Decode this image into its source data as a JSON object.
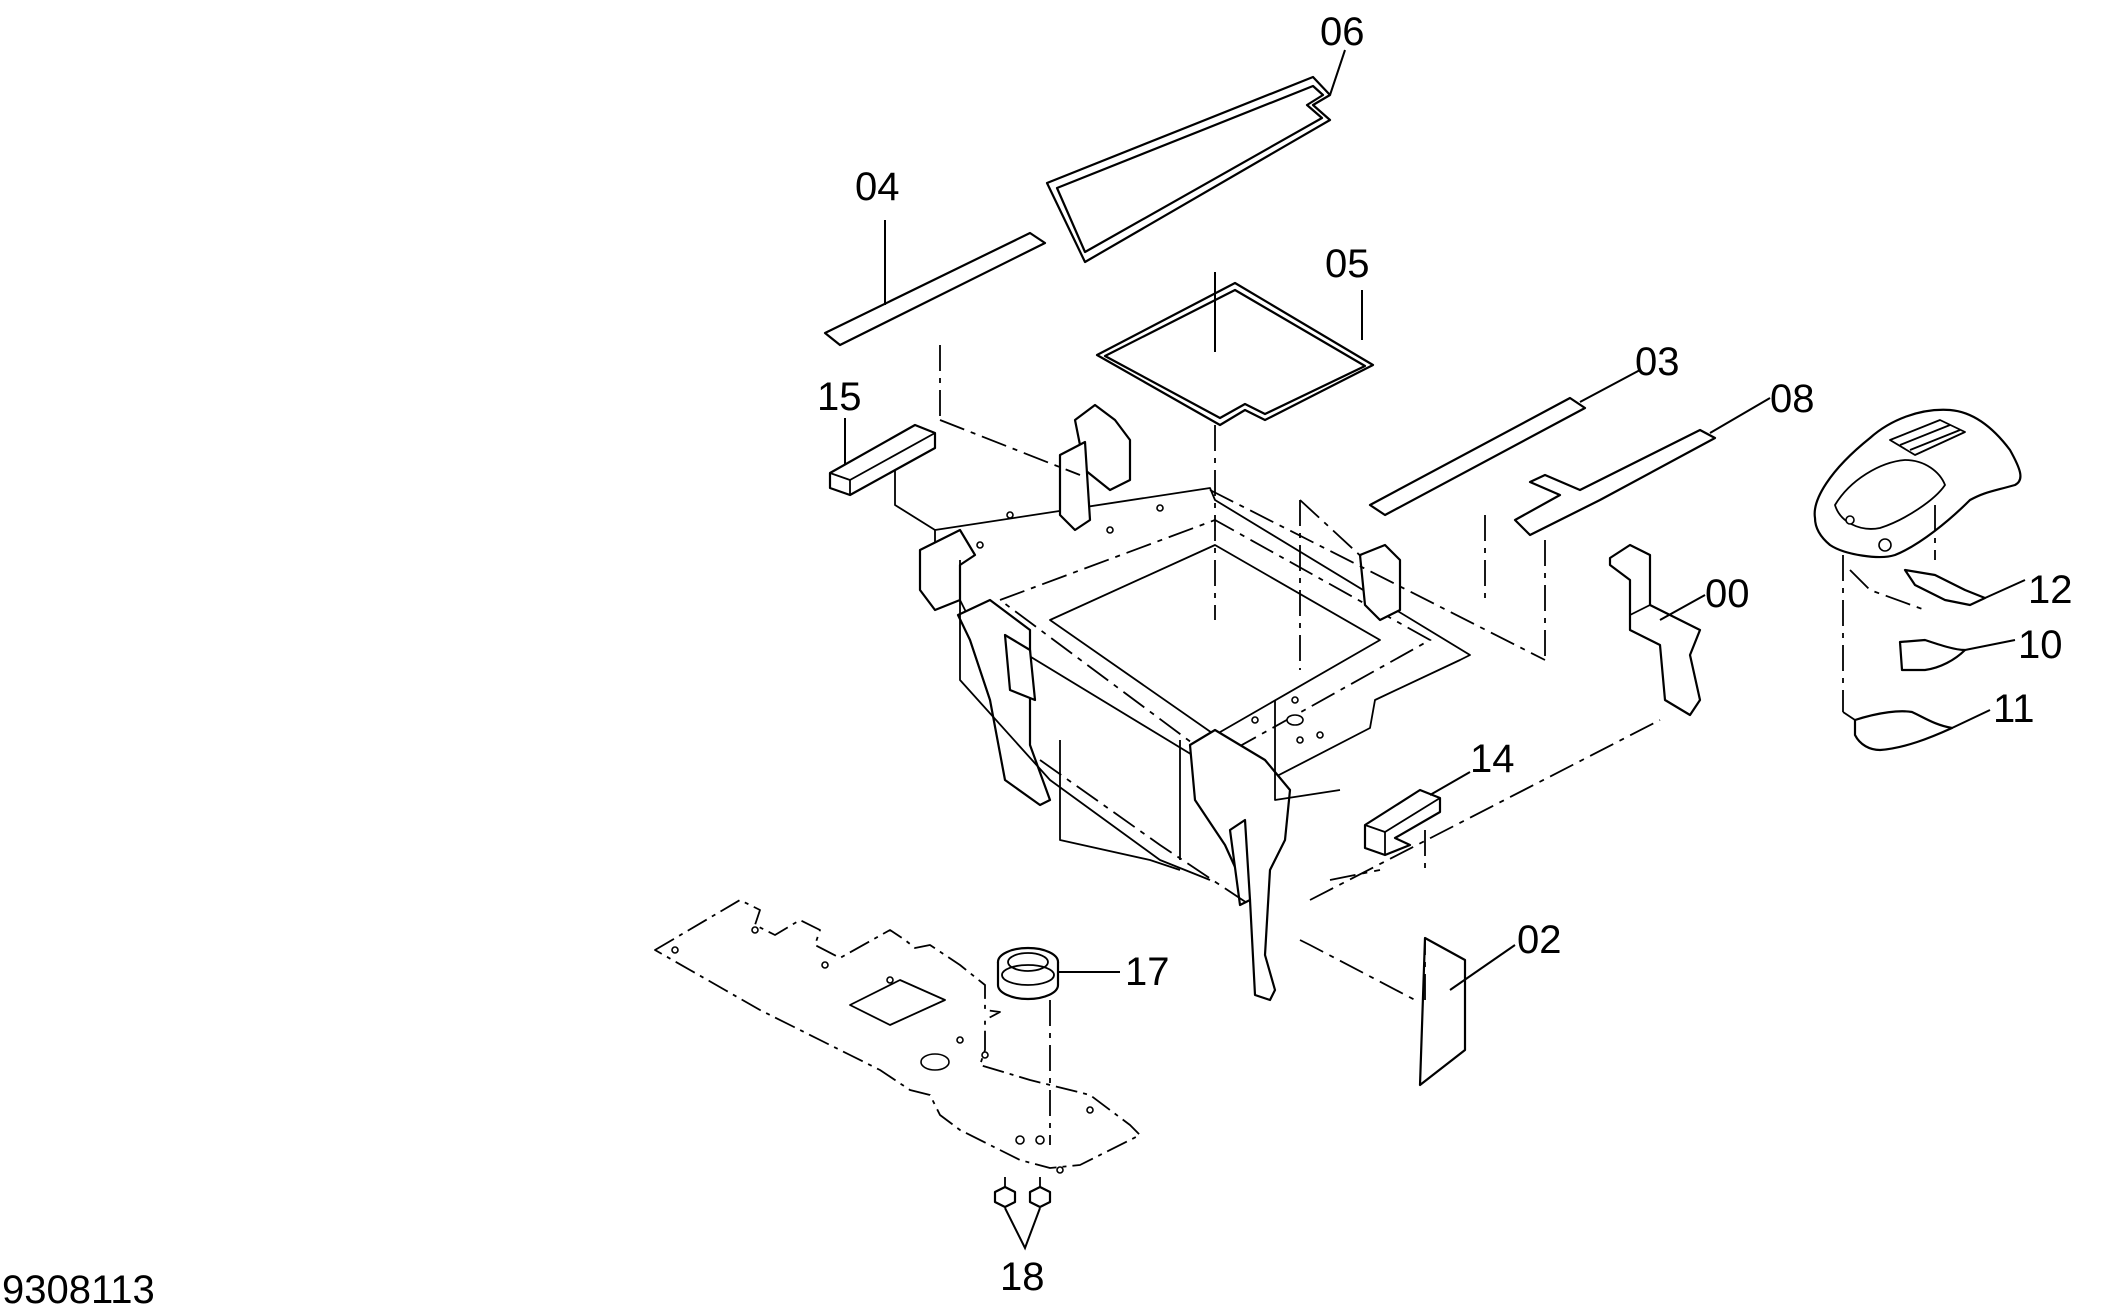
{
  "drawing_number": "9308113",
  "callouts": {
    "c00": "00",
    "c02": "02",
    "c03": "03",
    "c04": "04",
    "c05": "05",
    "c06": "06",
    "c08": "08",
    "c10": "10",
    "c11": "11",
    "c12": "12",
    "c14": "14",
    "c15": "15",
    "c17": "17",
    "c18": "18"
  }
}
